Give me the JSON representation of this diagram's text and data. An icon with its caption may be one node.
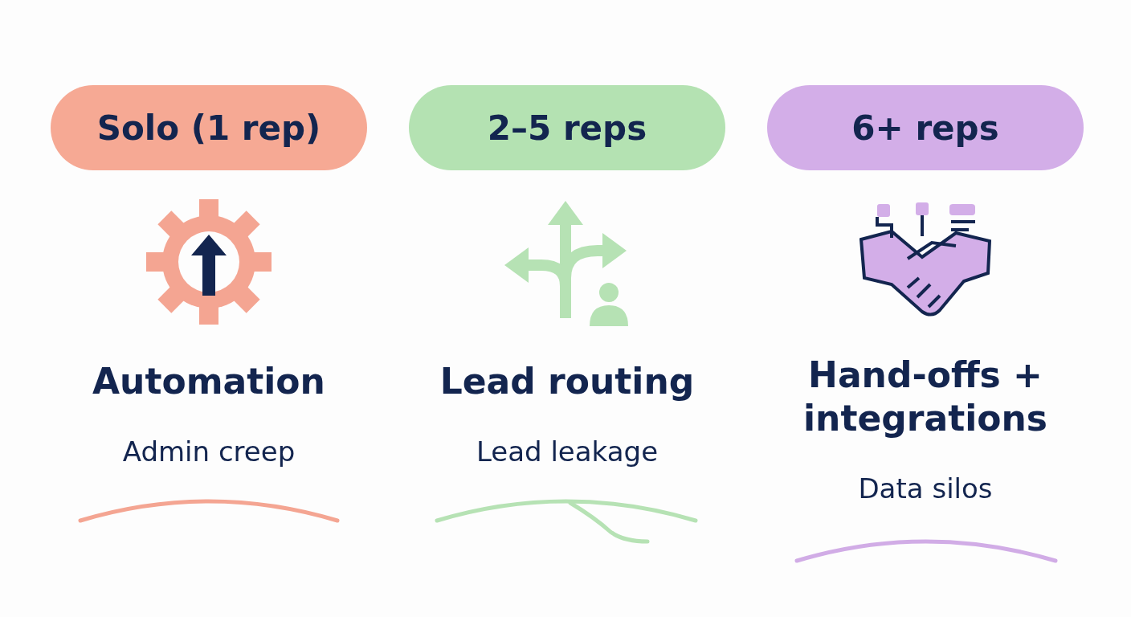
{
  "diagram": {
    "nodes": [
      {
        "text": [
          "Solo (1 rep)"
        ]
      },
      {
        "text": [
          "2–5 reps"
        ]
      },
      {
        "text": [
          "6+ reps"
        ]
      }
    ],
    "labels": [
      "Automation",
      "Admin creep",
      "Lead routing",
      "Lead leakage",
      "Hand-offs + integrations",
      "Data silos"
    ]
  }
}
